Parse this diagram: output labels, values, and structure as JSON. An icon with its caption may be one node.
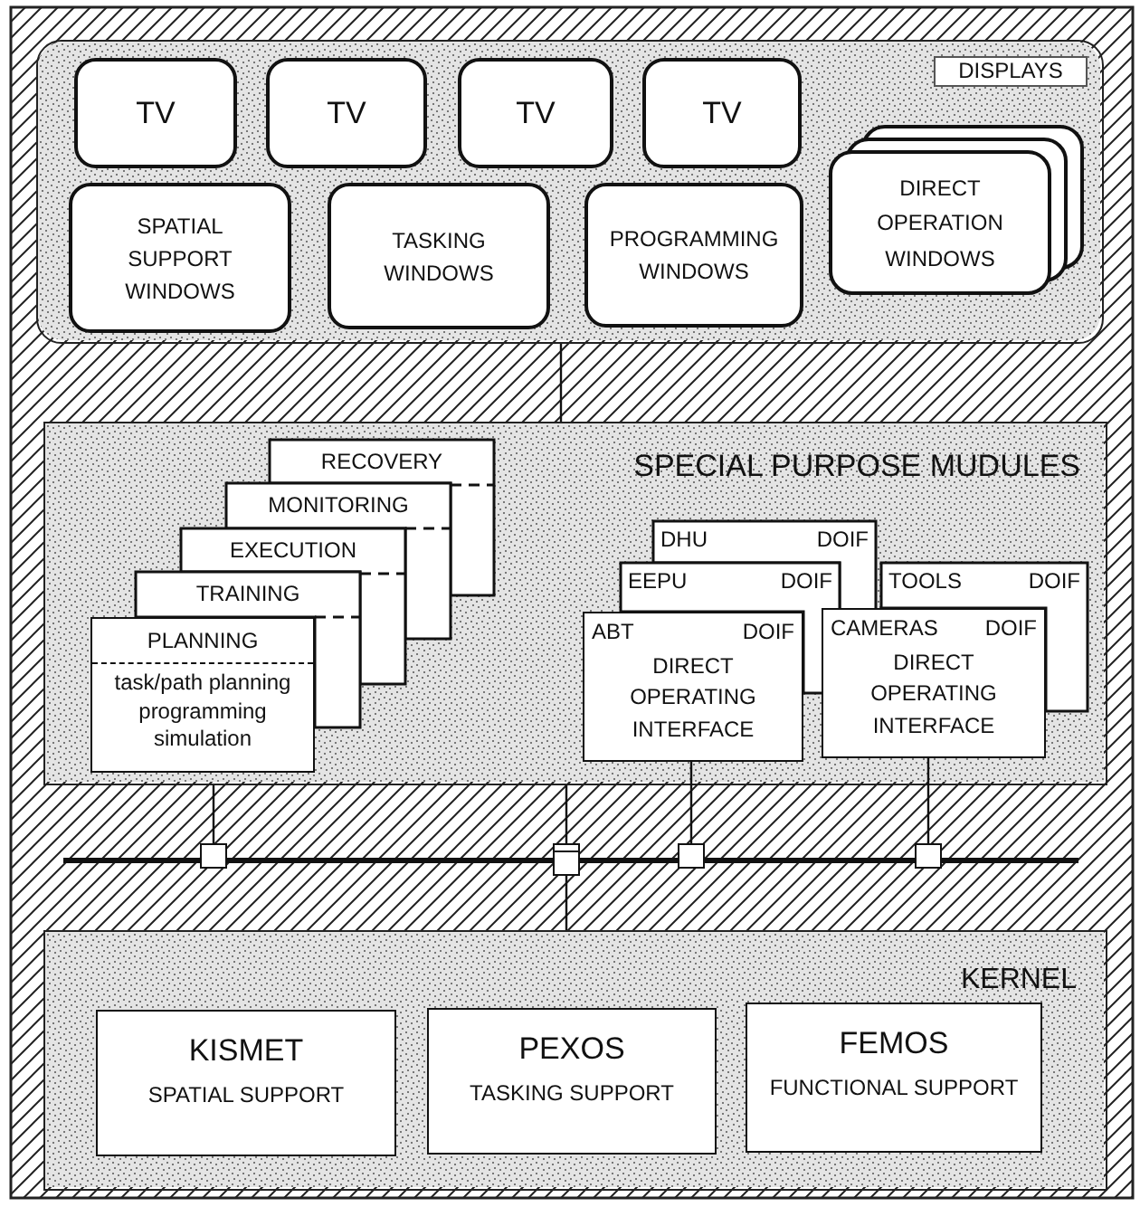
{
  "diagram": {
    "nodes": [
      {
        "text": [
          "DISPLAYS"
        ]
      },
      {
        "text": [
          "TV"
        ],
        "in": 0
      },
      {
        "text": [
          "TV"
        ],
        "in": 0
      },
      {
        "text": [
          "TV"
        ],
        "in": 0
      },
      {
        "text": [
          "TV"
        ],
        "in": 0
      },
      {
        "text": [
          "SPATIAL SUPPORT WINDOWS"
        ],
        "in": 0
      },
      {
        "text": [
          "TASKING WINDOWS"
        ],
        "in": 0
      },
      {
        "text": [
          "PROGRAMMING WINDOWS"
        ],
        "in": 0
      },
      {
        "text": [
          "DIRECT OPERATION WINDOWS"
        ],
        "in": 0
      },
      {
        "text": [
          "SPECIAL PURPOSE MUDULES"
        ]
      },
      {
        "text": [
          "RECOVERY"
        ],
        "in": 9
      },
      {
        "text": [
          "MONITORING"
        ],
        "in": 9
      },
      {
        "text": [
          "EXECUTION"
        ],
        "in": 9
      },
      {
        "text": [
          "TRAINING"
        ],
        "in": 9
      },
      {
        "text": [
          "PLANNING",
          "task/path planning programming simulation"
        ],
        "in": 9
      },
      {
        "text": [
          "DHU",
          "DOIF"
        ],
        "in": 9
      },
      {
        "text": [
          "EEPU",
          "DOIF"
        ],
        "in": 9
      },
      {
        "text": [
          "TOOLS",
          "DOIF"
        ],
        "in": 9
      },
      {
        "text": [
          "ABT",
          "DOIF",
          "DIRECT OPERATING INTERFACE"
        ],
        "in": 9
      },
      {
        "text": [
          "CAMERAS",
          "DOIF",
          "DIRECT OPERATING INTERFACE"
        ],
        "in": 9
      },
      {
        "text": [],
        "shape": "bar"
      },
      {
        "text": [
          "KERNEL"
        ]
      },
      {
        "text": [
          "KISMET",
          "SPATIAL SUPPORT"
        ],
        "in": 21
      },
      {
        "text": [
          "PEXOS",
          "TASKING SUPPORT"
        ],
        "in": 21
      },
      {
        "text": [
          "FEMOS",
          "FUNCTIONAL SUPPORT"
        ],
        "in": 21
      }
    ],
    "edges": [
      {
        "from": 0,
        "to": 9,
        "arrow": "none"
      },
      {
        "from": 9,
        "to": 20,
        "arrow": "other"
      },
      {
        "from": 9,
        "to": 20,
        "arrow": "other"
      },
      {
        "from": 18,
        "to": 20,
        "arrow": "other"
      },
      {
        "from": 19,
        "to": 20,
        "arrow": "other"
      },
      {
        "from": 21,
        "to": 20,
        "arrow": "other"
      }
    ]
  }
}
